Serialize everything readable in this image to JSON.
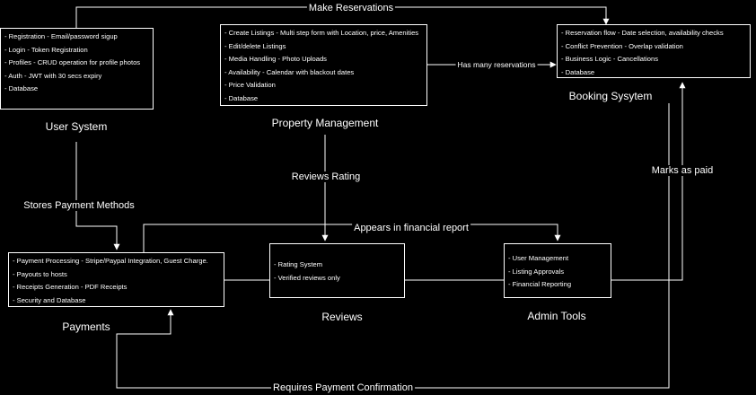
{
  "components": {
    "user_system": {
      "title": "User System",
      "items": [
        "- Registration - Email/password sigup",
        "- Login - Token Registration",
        "- Profiles - CRUD operation for profile photos",
        "- Auth - JWT with 30 secs expiry",
        "- Database"
      ]
    },
    "property_management": {
      "title": "Property Management",
      "items": [
        "- Create Listings - Multi step form with Location, price, Amenities",
        "- Edit/delete Listings",
        "- Media Handling - Photo Uploads",
        "- Availability - Calendar with blackout dates",
        "- Price Validation",
        "- Database"
      ]
    },
    "booking_system": {
      "title": "Booking Sysytem",
      "items": [
        "- Reservation flow - Date selection, availability checks",
        "- Conflict Prevention - Overlap validation",
        "- Business Logic - Cancellations",
        "- Database"
      ]
    },
    "payments": {
      "title": "Payments",
      "items": [
        "- Payment Processing - Stripe/Paypal Integration, Guest Charge.",
        "- Payouts to hosts",
        "- Receipts Generation - PDF Receipts",
        "- Security and Database"
      ]
    },
    "reviews": {
      "title": "Reviews",
      "items": [
        "- Rating System",
        "- Verified reviews only"
      ]
    },
    "admin_tools": {
      "title": "Admin Tools",
      "items": [
        "- User Management",
        "- Listing Approvals",
        "- Financial Reporting"
      ]
    }
  },
  "connections": {
    "make_reservations": "Make Reservations",
    "has_many_reservations": "Has many reservations",
    "stores_payment_methods": "Stores Payment Methods",
    "reviews_rating": "Reviews Rating",
    "appears_in_financial_report": "Appears in financial report",
    "marks_as_paid": "Marks as paid",
    "requires_payment_confirmation": "Requires Payment Confirmation"
  },
  "colors": {
    "background": "#000000",
    "foreground": "#ffffff"
  }
}
